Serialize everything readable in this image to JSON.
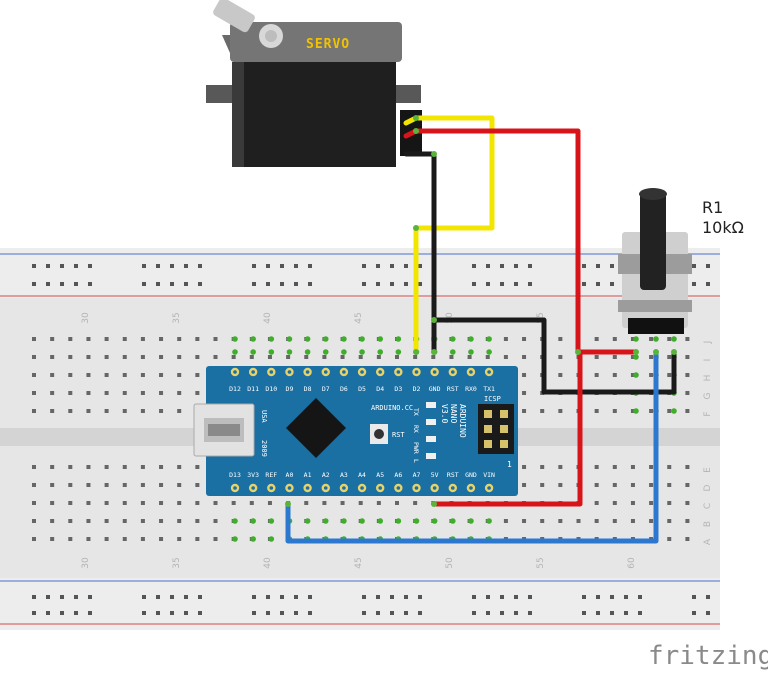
{
  "servo": {
    "label": "SERVO"
  },
  "potentiometer": {
    "name": "R1",
    "value": "10kΩ"
  },
  "breadboard": {
    "column_numbers": [
      "30",
      "35",
      "40",
      "45",
      "50",
      "55",
      "60"
    ],
    "row_letters_top": [
      "J",
      "I",
      "H",
      "G",
      "F"
    ],
    "row_letters_bottom": [
      "E",
      "D",
      "C",
      "B",
      "A"
    ]
  },
  "arduino": {
    "top_pins": [
      "D12",
      "D11",
      "D10",
      "D9",
      "D8",
      "D7",
      "D6",
      "D5",
      "D4",
      "D3",
      "D2",
      "GND",
      "RST",
      "RX0",
      "TX1"
    ],
    "bottom_pins": [
      "D13",
      "3V3",
      "REF",
      "A0",
      "A1",
      "A2",
      "A3",
      "A4",
      "A5",
      "A6",
      "A7",
      "5V",
      "RST",
      "GND",
      "VIN"
    ],
    "board_text": "ARDUINO.CC",
    "model_lines": [
      "ARDUINO",
      "NANO",
      "V3.0"
    ],
    "usa": "USA",
    "year": "2009",
    "icsp": "ICSP",
    "rst": "RST",
    "leds": [
      "TX",
      "RX",
      "PWR",
      "L"
    ],
    "icsp_pin": "1"
  },
  "watermark": "fritzing",
  "colors": {
    "yellow_wire": "#f2e600",
    "red_wire": "#d8141b",
    "black_wire": "#1a1a1a",
    "blue_wire": "#2c78d1",
    "board_blue": "#1a6fa3",
    "breadboard": "#e6e6e6"
  }
}
